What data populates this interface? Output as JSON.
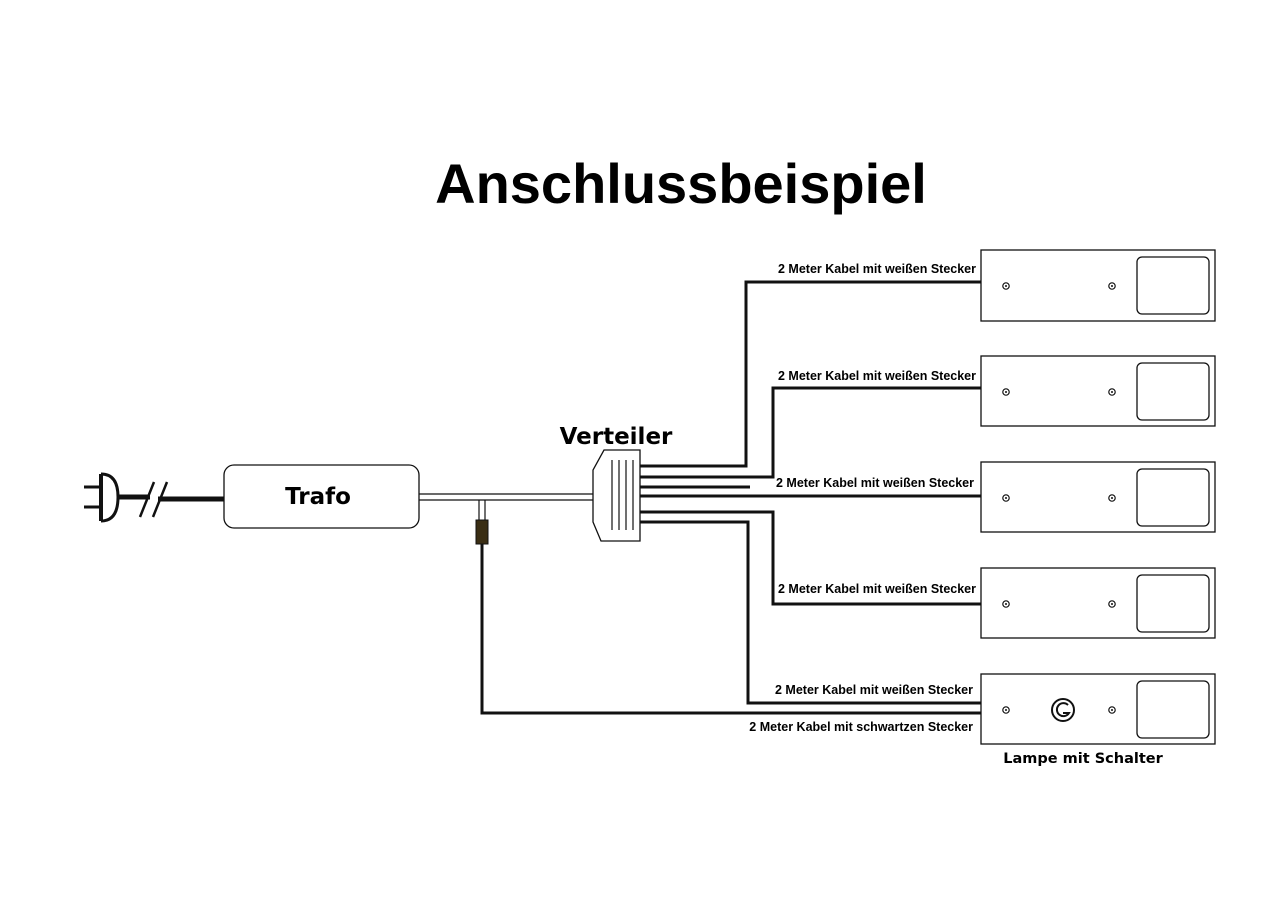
{
  "title": "Anschlussbeispiel",
  "trafo_label": "Trafo",
  "distributor_label": "Verteiler",
  "cables": [
    "2 Meter Kabel mit weißen Stecker",
    "2 Meter Kabel mit weißen Stecker",
    "2 Meter Kabel mit weißen Stecker",
    "2 Meter Kabel mit weißen Stecker",
    "2 Meter Kabel mit weißen Stecker"
  ],
  "switch_cable_label": "2 Meter Kabel mit schwartzen Stecker",
  "lamp_switch_label": "Lampe mit Schalter",
  "icons": [
    "power-plug-icon",
    "switch-icon"
  ],
  "colors": {
    "line": "#111111",
    "background": "#ffffff",
    "connector": "#3a2e14"
  }
}
